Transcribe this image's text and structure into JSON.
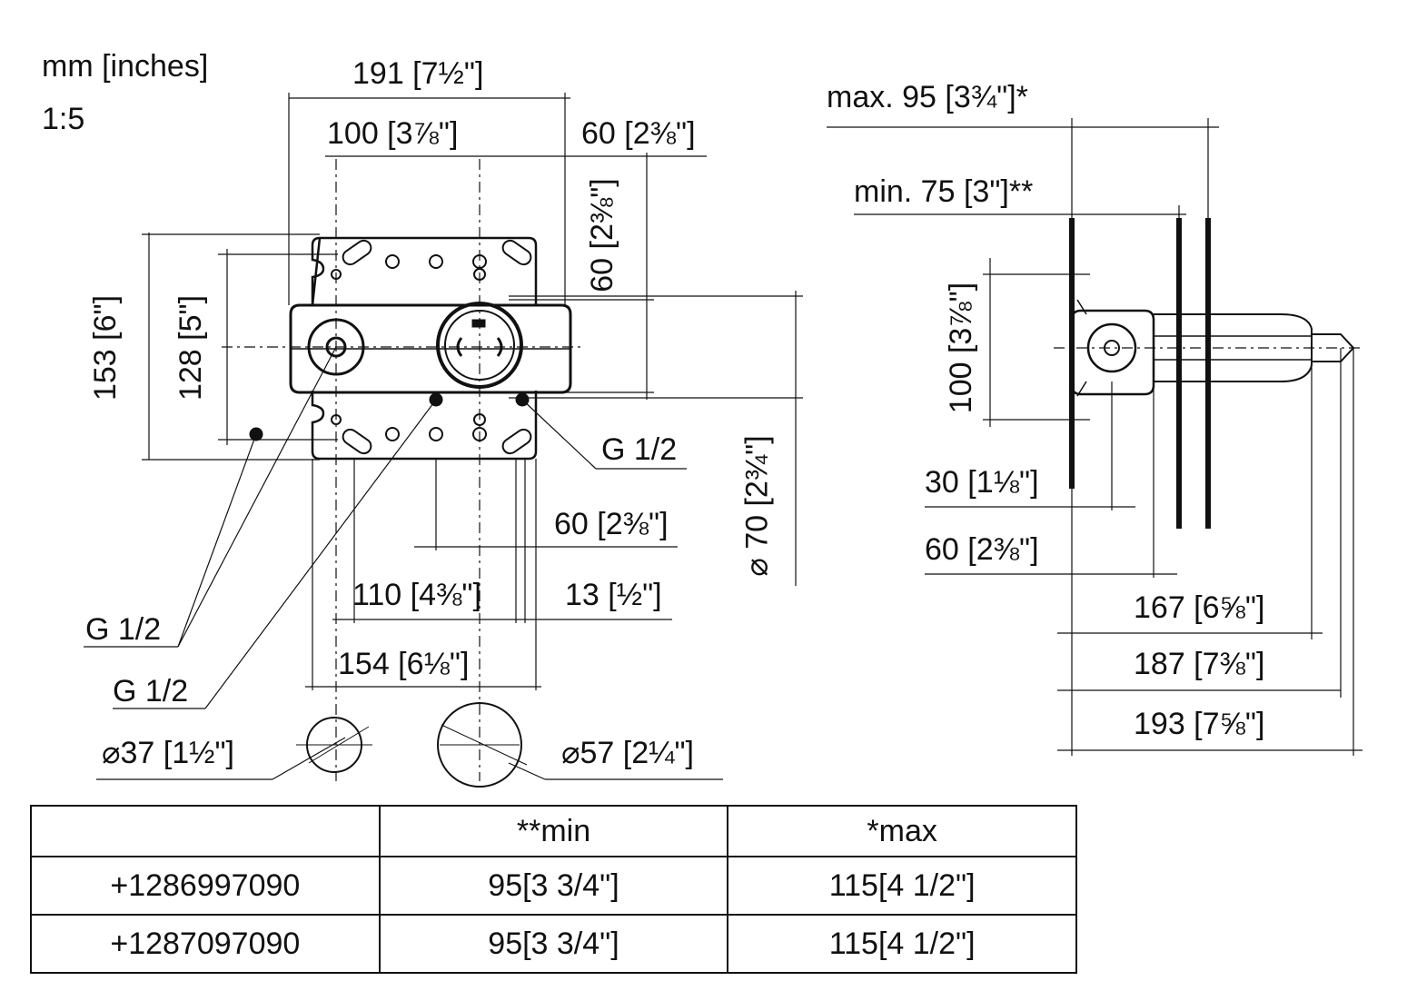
{
  "header": {
    "units": "mm [inches]",
    "scale": "1:5"
  },
  "front_view": {
    "dims": {
      "d191": {
        "mm": "191",
        "in": "7½\""
      },
      "d100": {
        "mm": "100",
        "in": "3⅞\""
      },
      "d60a": {
        "mm": "60",
        "in": "2⅜\""
      },
      "d60v": {
        "mm": "60",
        "in": "2⅜\""
      },
      "d153": {
        "mm": "153",
        "in": "6\""
      },
      "d128": {
        "mm": "128",
        "in": "5\""
      },
      "d70": {
        "mm": "⌀ 70",
        "in": "2¾\""
      },
      "d60b": {
        "mm": "60",
        "in": "2⅜\""
      },
      "d110": {
        "mm": "110",
        "in": "4⅜\""
      },
      "d13": {
        "mm": "13",
        "in": "½\""
      },
      "d154": {
        "mm": "154",
        "in": "6⅛\""
      },
      "d37": {
        "mm": "⌀37",
        "in": "1½\""
      },
      "d57": {
        "mm": "⌀57",
        "in": "2¼\""
      }
    },
    "connections": [
      "G 1/2",
      "G 1/2",
      "G 1/2"
    ]
  },
  "side_view": {
    "dims": {
      "max95": {
        "prefix": "max. 95",
        "in": "3¾\"",
        "suffix": "*"
      },
      "min75": {
        "prefix": "min. 75",
        "in": "3\"",
        "suffix": "**"
      },
      "d100": {
        "mm": "100",
        "in": "3⅞\""
      },
      "d30": {
        "mm": "30",
        "in": "1⅛\""
      },
      "d60": {
        "mm": "60",
        "in": "2⅜\""
      },
      "d167": {
        "mm": "167",
        "in": "6⅝\""
      },
      "d187": {
        "mm": "187",
        "in": "7⅜\""
      },
      "d193": {
        "mm": "193",
        "in": "7⅝\""
      }
    }
  },
  "table": {
    "headers": [
      "",
      "**min",
      "*max"
    ],
    "rows": [
      [
        "+1286997090",
        "95[3 3/4\"]",
        "115[4 1/2\"]"
      ],
      [
        "+1287097090",
        "95[3 3/4\"]",
        "115[4 1/2\"]"
      ]
    ]
  }
}
